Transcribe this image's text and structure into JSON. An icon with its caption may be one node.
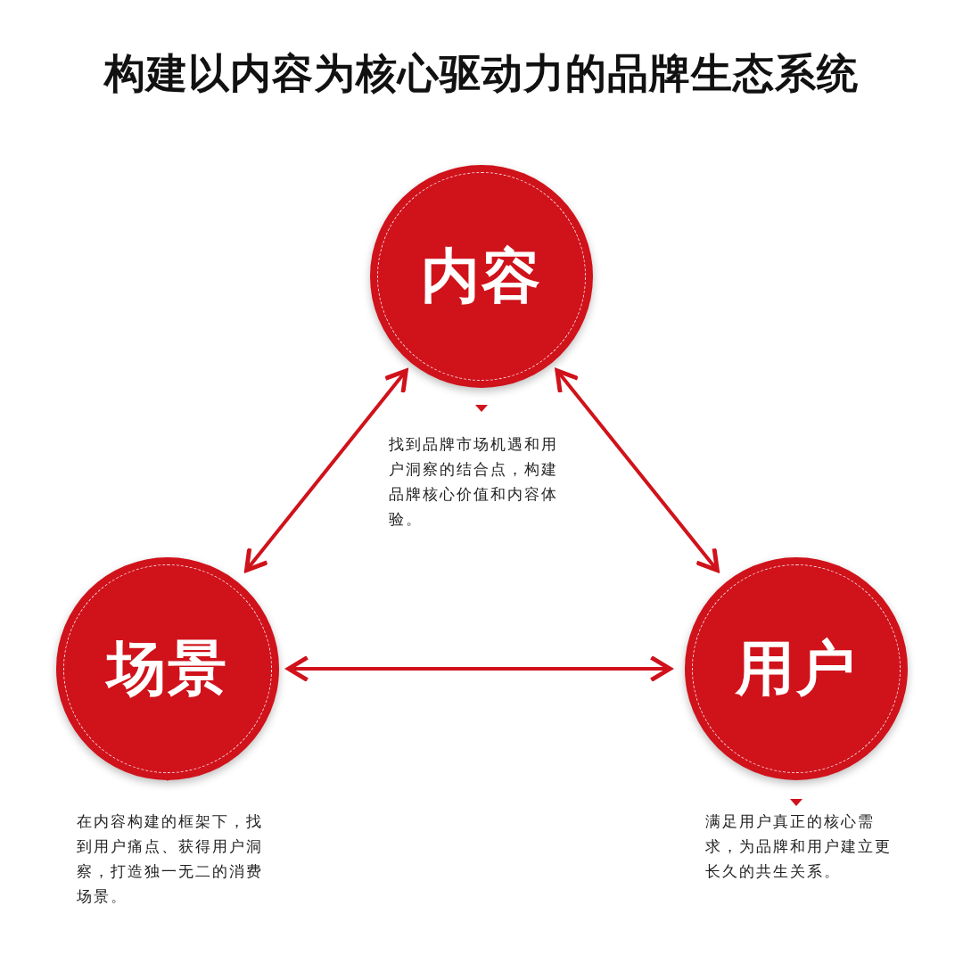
{
  "diagram": {
    "title": "构建以内容为核心驱动力的品牌生态系统",
    "nodes": [
      {
        "text": [
          "内容"
        ],
        "beside": [
          "找到品牌市场机遇和用户洞察的结合点，构建品牌核心价值和内容体验。"
        ]
      },
      {
        "text": [
          "场景"
        ],
        "beside": [
          "在内容构建的框架下，找到用户痛点、获得用户洞察，打造独一无二的消费场景。"
        ]
      },
      {
        "text": [
          "用户"
        ],
        "beside": [
          "满足用户真正的核心需求，为品牌和用户建立更长久的共生关系。"
        ]
      }
    ],
    "edges": [
      {
        "from": 0,
        "to": 1,
        "arrow": "both"
      },
      {
        "from": 0,
        "to": 2,
        "arrow": "both"
      },
      {
        "from": 1,
        "to": 2,
        "arrow": "both"
      }
    ]
  }
}
